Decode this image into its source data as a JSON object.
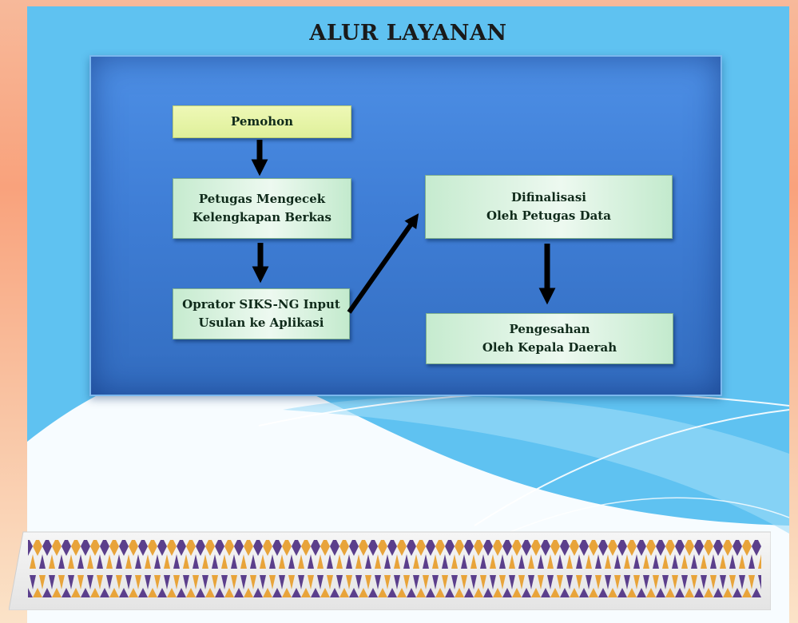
{
  "title": "ALUR LAYANAN",
  "boxes": {
    "pemohon": "Pemohon",
    "petugas_l1": "Petugas Mengecek",
    "petugas_l2": "Kelengkapan Berkas",
    "operator_l1": "Oprator SIKS-NG Input",
    "operator_l2": "Usulan ke Aplikasi",
    "final_l1": "Difinalisasi",
    "final_l2": "Oleh Petugas Data",
    "pengesahan_l1": "Pengesahan",
    "pengesahan_l2": "Oleh Kepala Daerah"
  },
  "colors": {
    "background": "#5fc2f1",
    "panel": "#3f7ed6",
    "box_green": "#d6f1dc",
    "box_yellow": "#e6f4a8",
    "arrow": "#000000",
    "pattern_orange": "#e8a43a",
    "pattern_purple": "#5b3f8c"
  }
}
